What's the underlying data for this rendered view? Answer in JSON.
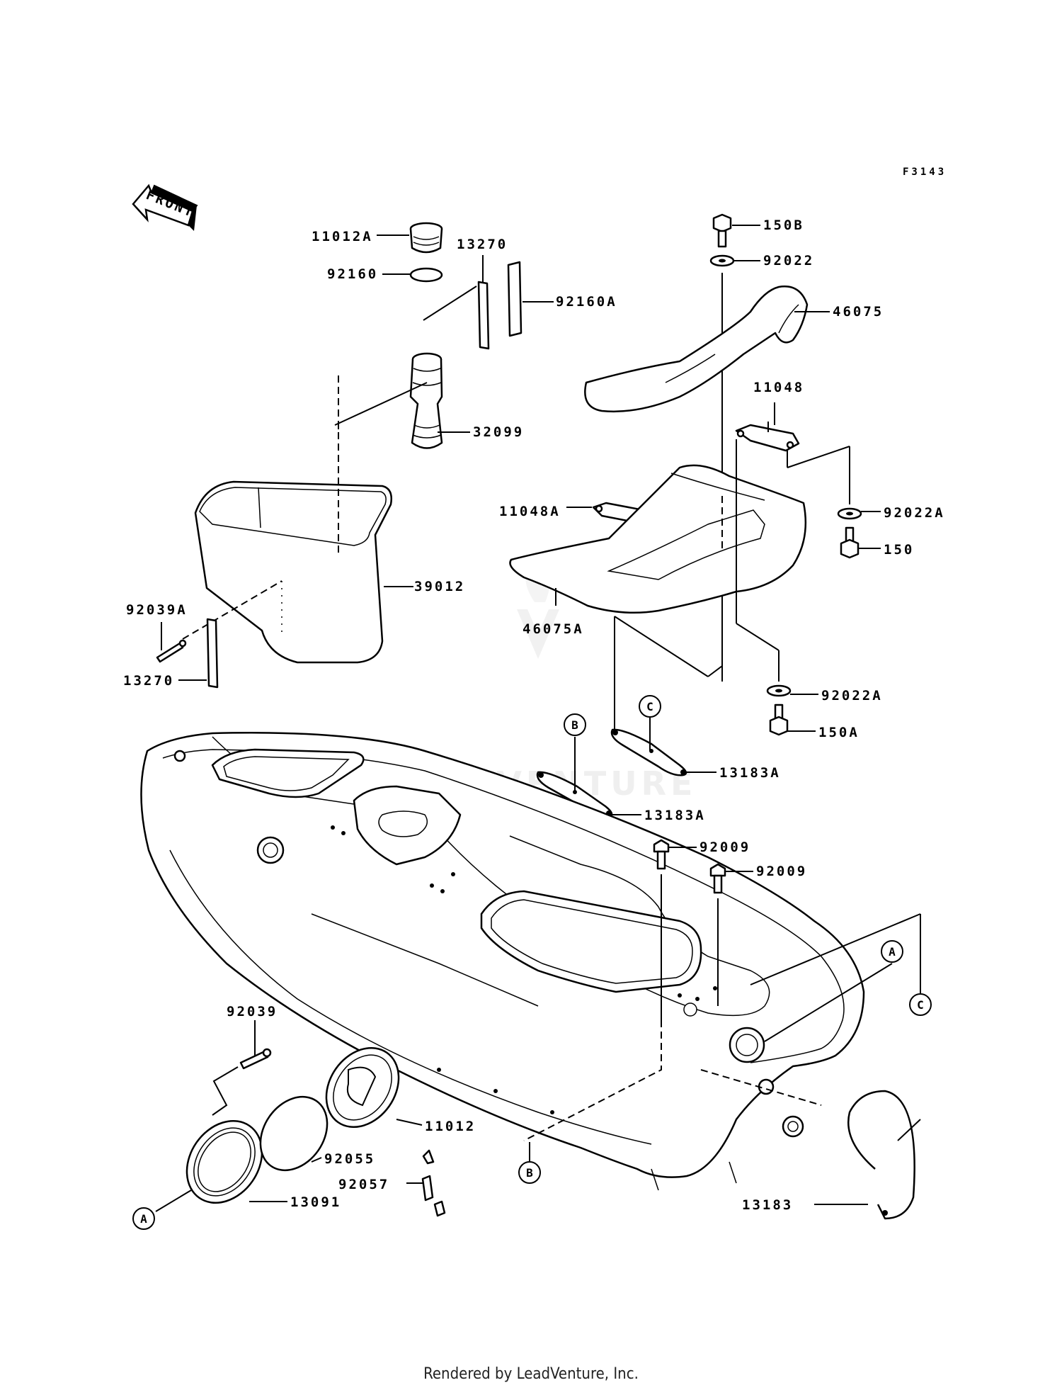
{
  "diagram_code": "F3143",
  "front_arrow_label": "FRONT",
  "watermark": "ADVENTURE",
  "footer": "Rendered by LeadVenture, Inc.",
  "parts": {
    "p11012A": "11012A",
    "p92160": "92160",
    "p13270_top": "13270",
    "p92160A": "92160A",
    "p32099": "32099",
    "p39012": "39012",
    "p92039A": "92039A",
    "p13270_bottom": "13270",
    "p150B": "150B",
    "p92022": "92022",
    "p46075": "46075",
    "p11048": "11048",
    "p11048A": "11048A",
    "p92022A_upper": "92022A",
    "p150": "150",
    "p46075A": "46075A",
    "p92022A_lower": "92022A",
    "p150A": "150A",
    "p13183A_upper": "13183A",
    "p13183A_lower": "13183A",
    "p92009_left": "92009",
    "p92009_right": "92009",
    "p92039": "92039",
    "p11012": "11012",
    "p92055": "92055",
    "p92057": "92057",
    "p13091": "13091",
    "p13183": "13183"
  },
  "refs": {
    "A": "A",
    "B": "B",
    "C": "C"
  }
}
